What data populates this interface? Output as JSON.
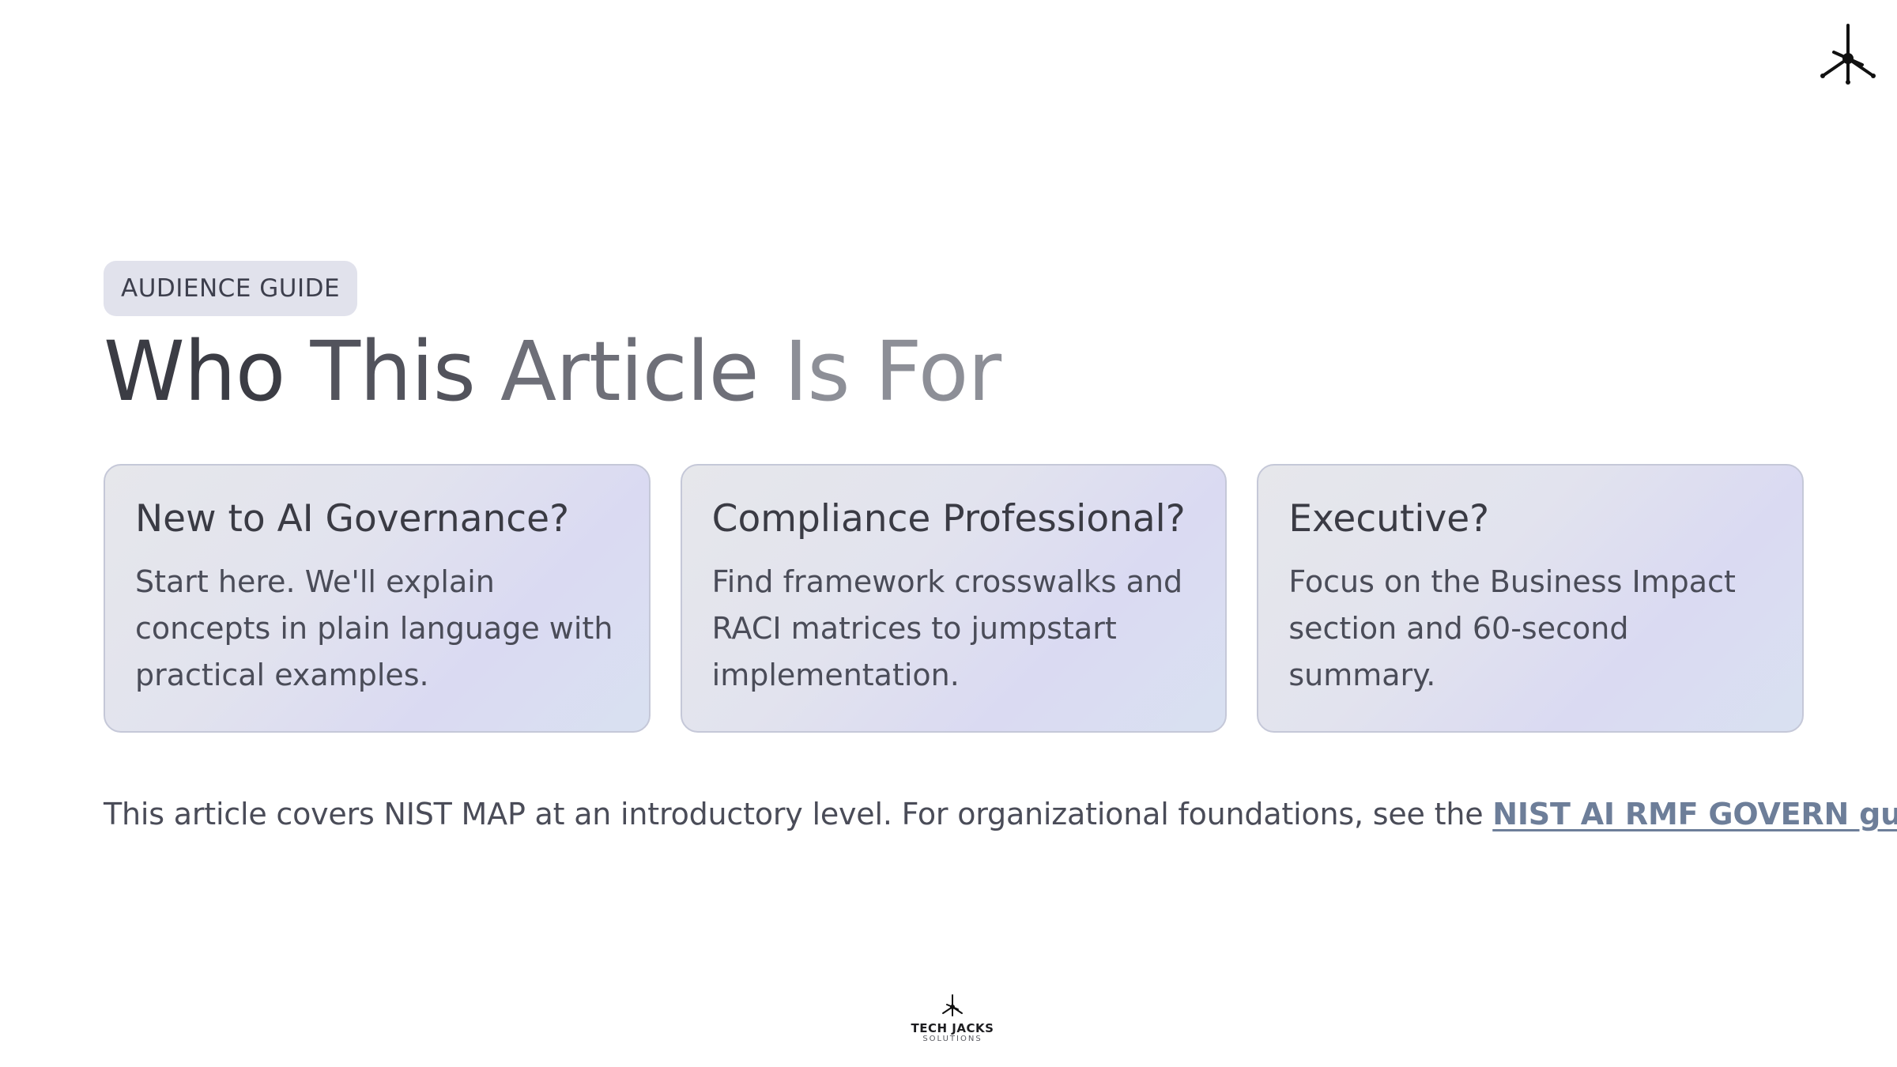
{
  "corner_logo": {
    "icon": "starburst-logo-icon"
  },
  "badge": {
    "label": "AUDIENCE GUIDE"
  },
  "title": {
    "word1": "Who",
    "word2": "This",
    "word3": "Article",
    "word4": "Is For"
  },
  "cards": [
    {
      "title": "New to AI Governance?",
      "description": "Start here. We'll explain concepts in plain language with practical examples."
    },
    {
      "title": "Compliance Professional?",
      "description": "Find framework crosswalks and RACI matrices to jumpstart implementation."
    },
    {
      "title": "Executive?",
      "description": "Focus on the Business Impact section and 60-second summary."
    }
  ],
  "footer_note": {
    "text": "This article covers NIST MAP at an introductory level. For organizational foundations, see the ",
    "link_label": "NIST AI RMF GOVERN guide",
    "suffix": "."
  },
  "bottom_logo": {
    "brand": "TECH JACKS",
    "sub": "SOLUTIONS"
  },
  "colors": {
    "accent_link": "#6d7e99",
    "badge_bg": "#e1e2ec",
    "card_border": "#c5c8d8"
  }
}
